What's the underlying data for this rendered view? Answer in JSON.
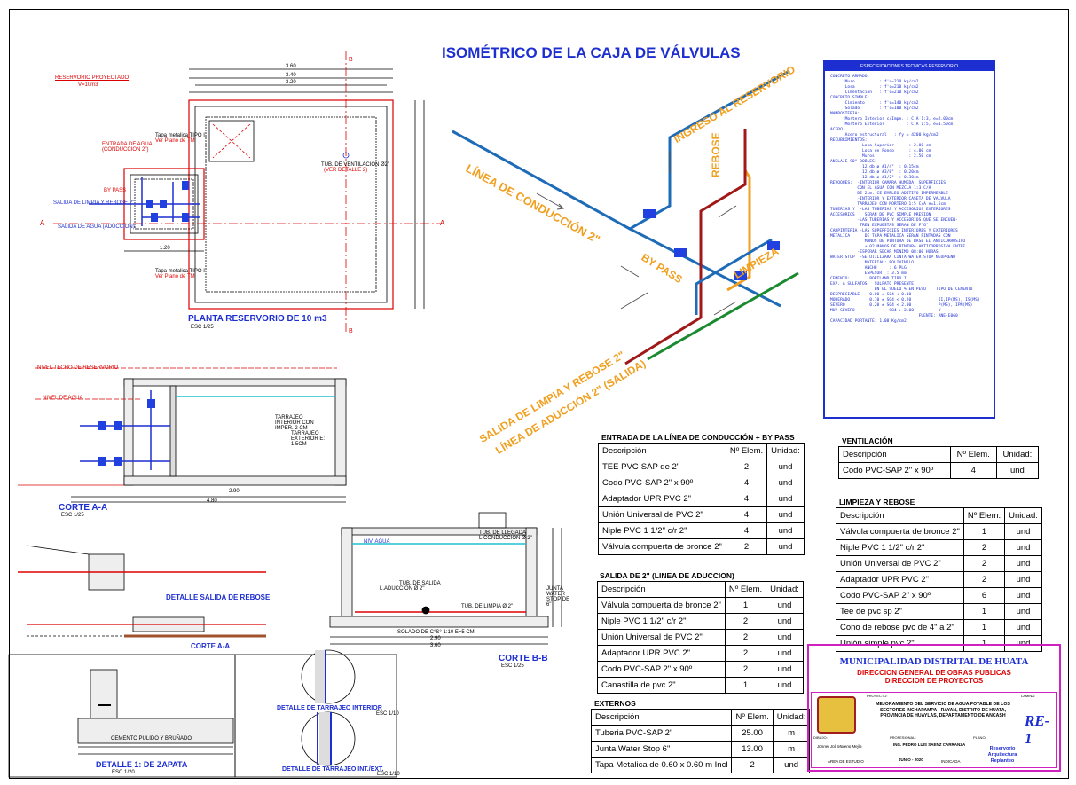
{
  "title_main": "ISOMÉTRICO DE LA CAJA DE VÁLVULAS",
  "iso_labels": {
    "conduccion": "LÍNEA DE CONDUCCIÓN 2\"",
    "ingreso": "INGRESO AL RESERVORIO",
    "rebose": "REBOSE",
    "bypass": "BY PASS",
    "limpieza": "LIMPIEZA",
    "salida": "SALIDA DE LIMPIA Y  REBOSE  2\"",
    "aduccion": "LÍNEA DE ADUCCIÓN 2\" (SALIDA)"
  },
  "drawing_labels": {
    "planta_title": "PLANTA RESERVORIO DE 10 m3",
    "planta_scale": "ESC 1/25",
    "corte_aa": "CORTE A-A",
    "corte_aa_scale": "ESC 1/25",
    "corte_bb": "CORTE B-B",
    "corte_bb_scale": "ESC 1/25",
    "detalle_rebose": "DETALLE SALIDA DE REBOSE",
    "corte_aa_small": "CORTE A-A",
    "detalle_zapata": "DETALLE 1: DE ZAPATA",
    "detalle_zapata_scale": "ESC 1/20",
    "detalle_tarrajeo_int": "DETALLE DE TARRAJEO INTERIOR",
    "detalle_tarrajeo_int_scale": "ESC 1/10",
    "detalle_tarrajeo_ext": "DETALLE DE TARRAJEO INT./EXT.",
    "detalle_tarrajeo_ext_scale": "ESC 1/10",
    "reservorio_proyectado": "RESERVORIO PROYECTADO",
    "reservorio_vol": "V=10m3",
    "dim_360": "3.60",
    "dim_340": "3.40",
    "dim_320": "3.20",
    "dim_290": "2.90",
    "dim_480": "4.80",
    "dim_120": "1.20",
    "section_a": "A",
    "section_b": "B",
    "tapa_metalica": "Tapa metalica TIPO I",
    "ver_plano": "Ver Plano de TM",
    "tub_ventilacion": "TUB. DE VENTILACION Ø2\"",
    "ver_detalle": "(VER DETALLE 2)",
    "entrada_agua": "ENTRADA DE AGUA",
    "conduccion_2": "(CONDUCCION 2\")",
    "by_pass_small": "BY PASS",
    "salida_limpia": "SALIDA DE LIMPIA Y REBOSE 2\"",
    "salida_aduccion": "SALIDA DE AGUA (ADUCCION)",
    "nivel_techo": "NIVEL TECHO DE RESERVORIO",
    "nivel_agua": "NIVEL DE AGUA",
    "nivel_agua_short": "NIV. AGUA",
    "tarrajeo_interior": "TARRAJEO INTERIOR CON IMPER. 2 CM",
    "tarrajeo_exterior": "TARRAJEO EXTERIOR E: 1.5CM",
    "tub_llegada": "TUB. DE LLEGADA",
    "conduccion_small": "L.CONDUCCION Ø 2\"",
    "tub_salida": "TUB. DE SALIDA",
    "aduccion_small": "L.ADUCCION Ø 2\"",
    "tub_limpia": "TUB. DE LIMPIA Ø 2\"",
    "junta_water": "JUNTA WATER STOP DE 6\"",
    "solado": "SOLADO DE C°S° 1:10  E=5 CM",
    "cemento_pulido": "CEMENTO PULIDO Y BRUÑADO"
  },
  "spec": {
    "header": "ESPECIFICACIONES TECNICAS RESERVORIO",
    "lines": [
      "CONCRETO ARMADO:",
      "      Muro          : f'c=210 kg/cm2",
      "      Losa          : f'c=210 kg/cm2",
      "      Cimentacion   : f'c=210 kg/cm2",
      "CONCRETO SIMPLE:",
      "      Cimiento      : f'c=140 kg/cm2",
      "      Solado        : f'c=100 kg/cm2",
      "MAMPOSTERIA:",
      "      Mortero Interior c/Impe. : C:A 1:3, e=2.00cm",
      "      Mortero Exterior         : C:A 1:5, e=1.50cm",
      "ACERO:",
      "      Acero estructural   : fy = 4200 kg/cm2",
      "RECUBRIMIENTOS:",
      "             Losa Superior      : 2.00 cm",
      "             Losa de Fondo      : 4.00 cm",
      "             Muros              : 2.50 cm",
      "ANCLAJE 90°-DOBLES:",
      "             12 db ø #1/4\"  : 0.15cm",
      "             12 db ø #3/8\"  : 0.20cm",
      "             12 db ø #1/2\"  : 0.30cm",
      "REVOQUES:  -INTERIOR CAMARA HUMEDA: SUPERFICIES",
      "           CON EL AGUA CON MEZCLA 1:3 C/A",
      "           DE 2cm. CE EMPLEO ADITIVO IMPERMEABLE",
      "           -INTERIOR Y EXTERIOR CASETA DE VALVULA",
      "           TARRAJEO CON MORTERO 1:5 C/A e=1.5cm",
      "TUBERIAS Y  -LAS TUBERIAS Y ACCESORIOS EXTERIORES",
      "ACCESORIOS    SERAN DE PVC SIMPLE PRESION",
      "           -LAS TUBERIAS Y ACCESORIOS QUE SE ENCUEN-",
      "            TREN EXPUESTAS SERAN DE F°G°",
      "CARPINTERIA -LAS SUPERFICIES INTERIORES Y EXTERIORES",
      "METALICA      DE TAPA METALICA SERAN PINTADAS CON",
      "              MANOS DE PINTURA DE BASE EL ANTICORROSIVO",
      "              + 02 MANOS DE PINTURA ANTICORROSIVA ENTRE",
      "           -ESPERAR SECAR MINIMO 08:00 HORAS",
      "WATER STOP  -SE UTILIZARA CINTA WATER STOP NEOPRENO",
      "              MATERIAL: POLIVINILO",
      "              ANCHO     : 6 PLG",
      "              ESPESOR  : 3.5 mm",
      "CEMENTO:        PORTLAND TIPO I",
      "EXP. A SULFATOS   SULFATO PRESENTE",
      "                  EN EL SUELO % EN PESO    TIPO DE CEMENTO",
      "DESPRECIABLE    0.00 ≤ SO4 < 0.10",
      "MODERADO        0.10 ≤ SO4 < 0.20           II,IP(MS), IS(MS)",
      "SEVERO          0.20 ≤ SO4 < 2.00           P(MS), IPM(MS)",
      "MUY SEVERO              SO4 > 2.00          V",
      "                                    FUENTE: RNE-E060",
      "CAPACIDAD PORTANTE: 1.08 Kg/cm2"
    ]
  },
  "tables": {
    "entrada": {
      "title": "ENTRADA DE LA LÍNEA DE CONDUCCIÓN + BY PASS",
      "headers": [
        "Descripción",
        "Nº Elem.",
        "Unidad:"
      ],
      "rows": [
        [
          "TEE PVC-SAP de 2\"",
          "2",
          "und"
        ],
        [
          "Codo PVC-SAP 2\" x 90º",
          "4",
          "und"
        ],
        [
          "Adaptador UPR PVC 2\"",
          "4",
          "und"
        ],
        [
          "Unión Universal de PVC 2\"",
          "4",
          "und"
        ],
        [
          "Niple PVC 1 1/2\" c/r 2\"",
          "4",
          "und"
        ],
        [
          "Válvula compuerta de bronce 2\"",
          "2",
          "und"
        ]
      ]
    },
    "salida": {
      "title": "SALIDA DE 2\" (LINEA DE ADUCCION)",
      "headers": [
        "Descripción",
        "Nº Elem.",
        "Unidad:"
      ],
      "rows": [
        [
          "Válvula compuerta de bronce 2\"",
          "1",
          "und"
        ],
        [
          "Niple PVC 1 1/2\" c/r 2\"",
          "2",
          "und"
        ],
        [
          "Unión Universal de PVC 2\"",
          "2",
          "und"
        ],
        [
          "Adaptador UPR PVC 2\"",
          "2",
          "und"
        ],
        [
          "Codo PVC-SAP 2\" x 90º",
          "2",
          "und"
        ],
        [
          "Canastilla de pvc 2\"",
          "1",
          "und"
        ]
      ]
    },
    "externos": {
      "title": "EXTERNOS",
      "headers": [
        "Descripción",
        "Nº Elem.",
        "Unidad:"
      ],
      "rows": [
        [
          "Tuberia PVC-SAP 2\"",
          "25.00",
          "m"
        ],
        [
          "Junta Water Stop 6\"",
          "13.00",
          "m"
        ],
        [
          "Tapa Metalica de 0.60 x 0.60 m Incl",
          "2",
          "und"
        ]
      ]
    },
    "ventilacion": {
      "title": "VENTILACIÓN",
      "headers": [
        "Descripción",
        "Nº Elem.",
        "Unidad:"
      ],
      "rows": [
        [
          "Codo PVC-SAP 2\" x 90º",
          "4",
          "und"
        ]
      ]
    },
    "limpieza": {
      "title": "LIMPIEZA Y REBOSE",
      "headers": [
        "Descripción",
        "Nº Elem.",
        "Unidad:"
      ],
      "rows": [
        [
          "Válvula compuerta de bronce 2\"",
          "1",
          "und"
        ],
        [
          "Niple PVC 1 1/2\" c/r 2\"",
          "2",
          "und"
        ],
        [
          "Unión Universal de PVC 2\"",
          "2",
          "und"
        ],
        [
          "Adaptador UPR PVC 2\"",
          "2",
          "und"
        ],
        [
          "Codo PVC-SAP 2\" x 90º",
          "6",
          "und"
        ],
        [
          "Tee de pvc sp 2\"",
          "1",
          "und"
        ],
        [
          "Cono de rebose pvc de 4\" a 2\"",
          "1",
          "und"
        ],
        [
          "Unión simple pvc 2\"",
          "1",
          "und"
        ]
      ]
    }
  },
  "title_block": {
    "municipality": "MUNICIPALIDAD DISTRITAL DE HUATA",
    "direccion1": "DIRECCION GENERAL DE OBRAS PUBLICAS",
    "direccion2": "DIRECCION DE PROYECTOS",
    "proyecto_label": "PROYECTO:",
    "proyecto": "MEJORAMIENTO DEL SERVICIO DE AGUA POTABLE DE LOS SECTORES INCHAPAMPA - RAYAN, DISTRITO DE HUATA, PROVINCIA DE HUAYLAS, DEPARTAMENTO DE ANCASH",
    "lamina_label": "LAMINA:",
    "sheet": "RE-1",
    "dibujo_label": "DIBUJO:",
    "dibujo": "Jonner Joli Moreno Mejía",
    "profesional_label": "PROFESIONAL:",
    "profesional": "ING. PEDRO LUIS SAENZ CARRANZA",
    "plano_label": "PLANO:",
    "plano": "Reservorio Arquitectura Replanteo",
    "area_label": "AREA DE ESTUDIO",
    "fecha": "JUNIO - 2020",
    "escala": "INDICADA"
  },
  "colors": {
    "blue": "#1e6bb8",
    "dark_red": "#a01818",
    "green": "#1a8a30",
    "orange": "#f0a020",
    "title_blue": "#1e2fd1",
    "magenta": "#d020c0"
  }
}
